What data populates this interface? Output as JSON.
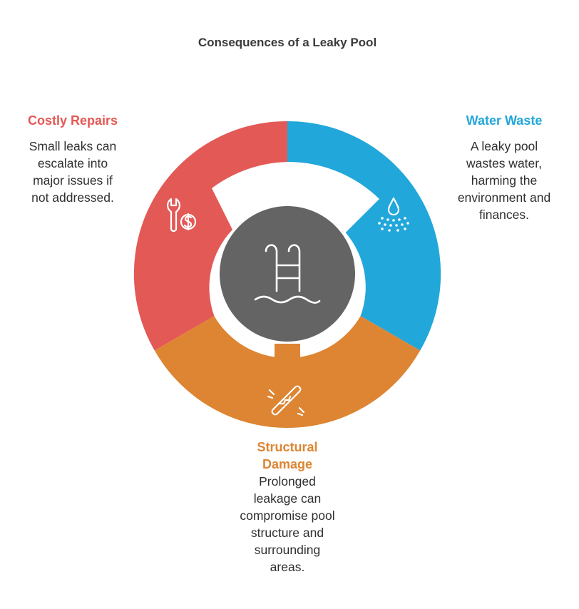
{
  "title": "Consequences of a Leaky Pool",
  "center": {
    "icon": "pool-ladder-icon",
    "color": "#646464"
  },
  "segments": [
    {
      "key": "costly_repairs",
      "heading": "Costly Repairs",
      "body": [
        "Small leaks can",
        "escalate into",
        "major issues if",
        "not addressed."
      ],
      "color": "#e35956",
      "icon": "wrench-dollar-icon"
    },
    {
      "key": "water_waste",
      "heading": "Water Waste",
      "body": [
        "A leaky pool",
        "wastes water,",
        "harming the",
        "environment and",
        "finances."
      ],
      "color": "#22a7da",
      "icon": "water-drop-spray-icon"
    },
    {
      "key": "structural_damage",
      "heading": [
        "Structural",
        "Damage"
      ],
      "body": [
        "Prolonged",
        "leakage can",
        "compromise pool",
        "structure and",
        "surrounding",
        "areas."
      ],
      "color": "#dd8532",
      "icon": "cracked-beam-icon"
    }
  ]
}
